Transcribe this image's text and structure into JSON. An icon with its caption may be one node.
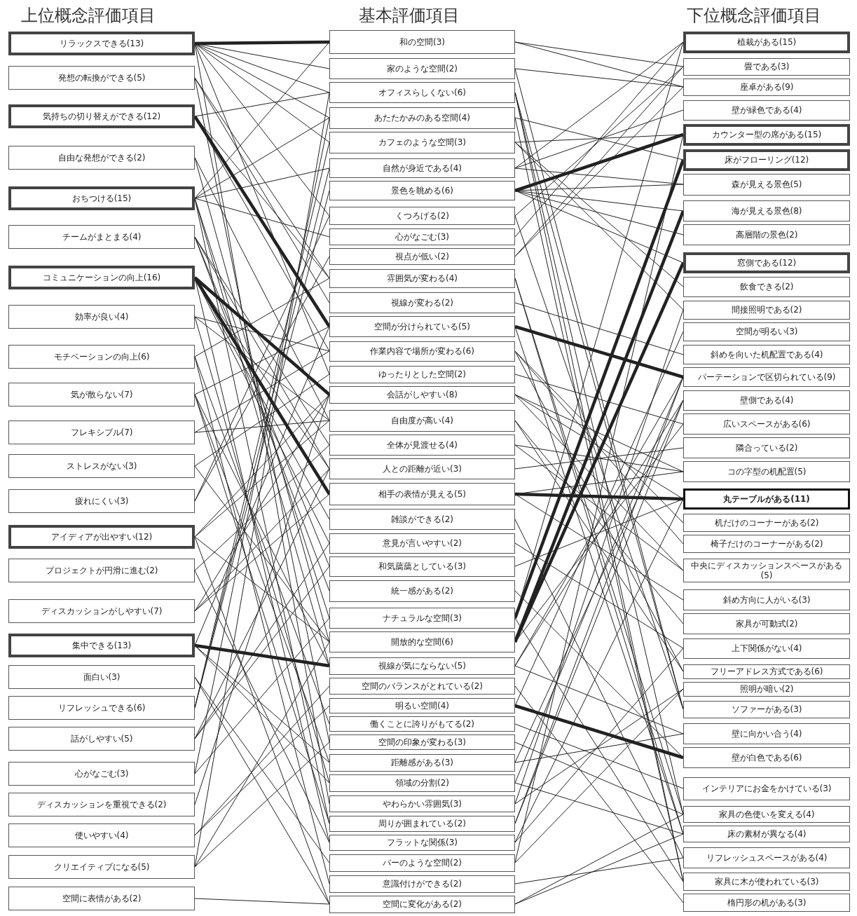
{
  "diagram": {
    "nodes": [
      {
        "text": [
          "リラックスできる(13)"
        ]
      },
      {
        "text": [
          "発想の転換ができる(5)"
        ]
      },
      {
        "text": [
          "気持ちの切り替えができる(12)"
        ]
      },
      {
        "text": [
          "自由な発想ができる(2)"
        ]
      },
      {
        "text": [
          "おちつける(15)"
        ]
      },
      {
        "text": [
          "チームがまとまる(4)"
        ]
      },
      {
        "text": [
          "コミュニケーションの向上(16)"
        ]
      },
      {
        "text": [
          "効率が良い(4)"
        ]
      },
      {
        "text": [
          "モチベーションの向上(6)"
        ]
      },
      {
        "text": [
          "気が散らない(7)"
        ]
      },
      {
        "text": [
          "フレキシブル(7)"
        ]
      },
      {
        "text": [
          "ストレスがない(3)"
        ]
      },
      {
        "text": [
          "疲れにくい(3)"
        ]
      },
      {
        "text": [
          "アイディアが出やすい(12)"
        ]
      },
      {
        "text": [
          "プロジェクトが円滑に進む(2)"
        ]
      },
      {
        "text": [
          "ディスカッションがしやすい(7)"
        ]
      },
      {
        "text": [
          "集中できる(13)"
        ]
      },
      {
        "text": [
          "面白い(3)"
        ]
      },
      {
        "text": [
          "リフレッシュできる(6)"
        ]
      },
      {
        "text": [
          "話がしやすい(5)"
        ]
      },
      {
        "text": [
          "心がなごむ(3)"
        ]
      },
      {
        "text": [
          "ディスカッションを重視できる(2)"
        ]
      },
      {
        "text": [
          "使いやすい(4)"
        ]
      },
      {
        "text": [
          "クリエイティブになる(5)"
        ]
      },
      {
        "text": [
          "空間に表情がある(2)"
        ]
      },
      {
        "text": [
          "和の空間(3)"
        ]
      },
      {
        "text": [
          "家のような空間(2)"
        ]
      },
      {
        "text": [
          "オフィスらしくない(6)"
        ]
      },
      {
        "text": [
          "あたたかみのある空間(4)"
        ]
      },
      {
        "text": [
          "カフェのような空間(3)"
        ]
      },
      {
        "text": [
          "自然が身近である(4)"
        ]
      },
      {
        "text": [
          "景色を眺める(6)"
        ]
      },
      {
        "text": [
          "くつろげる(2)"
        ]
      },
      {
        "text": [
          "心がなごむ(3)"
        ]
      },
      {
        "text": [
          "視点が低い(2)"
        ]
      },
      {
        "text": [
          "雰囲気が変わる(4)"
        ]
      },
      {
        "text": [
          "視線が変わる(2)"
        ]
      },
      {
        "text": [
          "空間が分けられている(5)"
        ]
      },
      {
        "text": [
          "作業内容で場所が変わる(6)"
        ]
      },
      {
        "text": [
          "ゆったりとした空間(2)"
        ]
      },
      {
        "text": [
          "会話がしやすい(8)"
        ]
      },
      {
        "text": [
          "自由度が高い(4)"
        ]
      },
      {
        "text": [
          "全体が見渡せる(4)"
        ]
      },
      {
        "text": [
          "人との距離が近い(3)"
        ]
      },
      {
        "text": [
          "相手の表情が見える(5)"
        ]
      },
      {
        "text": [
          "雑談ができる(2)"
        ]
      },
      {
        "text": [
          "意見が言いやすい(2)"
        ]
      },
      {
        "text": [
          "和気藹藹としている(3)"
        ]
      },
      {
        "text": [
          "統一感がある(2)"
        ]
      },
      {
        "text": [
          "ナチュラルな空間(3)"
        ]
      },
      {
        "text": [
          "開放的な空間(6)"
        ]
      },
      {
        "text": [
          "視線が気にならない(5)"
        ]
      },
      {
        "text": [
          "空間のバランスがとれている(2)"
        ]
      },
      {
        "text": [
          "明るい空間(4)"
        ]
      },
      {
        "text": [
          "働くことに誇りがもてる(2)"
        ]
      },
      {
        "text": [
          "空間の印象が変わる(3)"
        ]
      },
      {
        "text": [
          "距離感がある(3)"
        ]
      },
      {
        "text": [
          "領域の分割(2)"
        ]
      },
      {
        "text": [
          "やわらかい雰囲気(3)"
        ]
      },
      {
        "text": [
          "周りが囲まれている(2)"
        ]
      },
      {
        "text": [
          "フラットな関係(3)"
        ]
      },
      {
        "text": [
          "バーのような空間(2)"
        ]
      },
      {
        "text": [
          "意識付けができる(2)"
        ]
      },
      {
        "text": [
          "空間に変化がある(2)"
        ]
      },
      {
        "text": [
          "植栽がある(15)"
        ]
      },
      {
        "text": [
          "畳である(3)"
        ]
      },
      {
        "text": [
          "座卓がある(9)"
        ]
      },
      {
        "text": [
          "壁が緑色である(4)"
        ]
      },
      {
        "text": [
          "カウンター型の席がある(15)"
        ]
      },
      {
        "text": [
          "床がフローリング(12)"
        ]
      },
      {
        "text": [
          "森が見える景色(5)"
        ]
      },
      {
        "text": [
          "海が見える景色(8)"
        ]
      },
      {
        "text": [
          "高層階の景色(2)"
        ]
      },
      {
        "text": [
          "窓側である(12)"
        ]
      },
      {
        "text": [
          "飲食できる(2)"
        ]
      },
      {
        "text": [
          "間接照明である(2)"
        ]
      },
      {
        "text": [
          "空間が明るい(3)"
        ]
      },
      {
        "text": [
          "斜めを向いた机配置である(4)"
        ]
      },
      {
        "text": [
          "パーテーションで区切られている(9)"
        ]
      },
      {
        "text": [
          "壁側である(4)"
        ]
      },
      {
        "text": [
          "広いスペースがある(6)"
        ]
      },
      {
        "text": [
          "隣合っている(2)"
        ]
      },
      {
        "text": [
          "コの字型の机配置(5)"
        ]
      },
      {
        "text": [
          "丸テーブルがある(11)"
        ]
      },
      {
        "text": [
          "机だけのコーナーがある(2)"
        ]
      },
      {
        "text": [
          "椅子だけのコーナーがある(2)"
        ]
      },
      {
        "text": [
          "中央にディスカッションスペースがある(5)"
        ]
      },
      {
        "text": [
          "斜め方向に人がいる(3)"
        ]
      },
      {
        "text": [
          "家具が可動式(2)"
        ]
      },
      {
        "text": [
          "上下関係がない(4)"
        ]
      },
      {
        "text": [
          "フリーアドレス方式である(6)"
        ]
      },
      {
        "text": [
          "照明が暗い(2)"
        ]
      },
      {
        "text": [
          "ソファーがある(3)"
        ]
      },
      {
        "text": [
          "壁に向かい合う(4)"
        ]
      },
      {
        "text": [
          "壁が白色である(6)"
        ]
      },
      {
        "text": [
          "インテリアにお金をかけている(3)"
        ]
      },
      {
        "text": [
          "家具の色使いを変える(4)"
        ]
      },
      {
        "text": [
          "床の素材が異なる(4)"
        ]
      },
      {
        "text": [
          "リフレッシュスペースがある(4)"
        ]
      },
      {
        "text": [
          "家具に木が使われている(3)"
        ]
      },
      {
        "text": [
          "楕円形の机がある(3)"
        ]
      }
    ],
    "edges": [
      {
        "from": 0,
        "to": 25,
        "arrow": "none",
        "style": "thick"
      },
      {
        "from": 0,
        "to": 26,
        "arrow": "none"
      },
      {
        "from": 0,
        "to": 27,
        "arrow": "none"
      },
      {
        "from": 0,
        "to": 28,
        "arrow": "none"
      },
      {
        "from": 0,
        "to": 29,
        "arrow": "none"
      },
      {
        "from": 0,
        "to": 32,
        "arrow": "none"
      },
      {
        "from": 0,
        "to": 39,
        "arrow": "none"
      },
      {
        "from": 0,
        "to": 58,
        "arrow": "none"
      },
      {
        "from": 1,
        "to": 35,
        "arrow": "none"
      },
      {
        "from": 1,
        "to": 36,
        "arrow": "none"
      },
      {
        "from": 1,
        "to": 55,
        "arrow": "none"
      },
      {
        "from": 2,
        "to": 37,
        "arrow": "none",
        "style": "thick"
      },
      {
        "from": 2,
        "to": 38,
        "arrow": "none"
      },
      {
        "from": 2,
        "to": 35,
        "arrow": "none"
      },
      {
        "from": 2,
        "to": 27,
        "arrow": "none"
      },
      {
        "from": 3,
        "to": 41,
        "arrow": "none"
      },
      {
        "from": 3,
        "to": 50,
        "arrow": "none"
      },
      {
        "from": 4,
        "to": 25,
        "arrow": "none"
      },
      {
        "from": 4,
        "to": 28,
        "arrow": "none"
      },
      {
        "from": 4,
        "to": 30,
        "arrow": "none"
      },
      {
        "from": 4,
        "to": 33,
        "arrow": "none"
      },
      {
        "from": 4,
        "to": 59,
        "arrow": "none"
      },
      {
        "from": 4,
        "to": 51,
        "arrow": "none"
      },
      {
        "from": 4,
        "to": 49,
        "arrow": "none"
      },
      {
        "from": 5,
        "to": 48,
        "arrow": "none"
      },
      {
        "from": 5,
        "to": 42,
        "arrow": "none"
      },
      {
        "from": 5,
        "to": 43,
        "arrow": "none"
      },
      {
        "from": 5,
        "to": 47,
        "arrow": "none"
      },
      {
        "from": 6,
        "to": 40,
        "arrow": "none",
        "style": "thick"
      },
      {
        "from": 6,
        "to": 44,
        "arrow": "none",
        "style": "thick"
      },
      {
        "from": 6,
        "to": 43,
        "arrow": "none"
      },
      {
        "from": 6,
        "to": 45,
        "arrow": "none"
      },
      {
        "from": 6,
        "to": 46,
        "arrow": "none"
      },
      {
        "from": 6,
        "to": 60,
        "arrow": "none"
      },
      {
        "from": 7,
        "to": 38,
        "arrow": "none"
      },
      {
        "from": 7,
        "to": 41,
        "arrow": "none"
      },
      {
        "from": 7,
        "to": 57,
        "arrow": "none"
      },
      {
        "from": 8,
        "to": 54,
        "arrow": "none"
      },
      {
        "from": 8,
        "to": 62,
        "arrow": "none"
      },
      {
        "from": 8,
        "to": 35,
        "arrow": "none"
      },
      {
        "from": 9,
        "to": 51,
        "arrow": "none"
      },
      {
        "from": 9,
        "to": 56,
        "arrow": "none"
      },
      {
        "from": 9,
        "to": 59,
        "arrow": "none"
      },
      {
        "from": 9,
        "to": 37,
        "arrow": "none"
      },
      {
        "from": 10,
        "to": 41,
        "arrow": "none"
      },
      {
        "from": 10,
        "to": 38,
        "arrow": "none"
      },
      {
        "from": 11,
        "to": 50,
        "arrow": "none"
      },
      {
        "from": 11,
        "to": 39,
        "arrow": "none"
      },
      {
        "from": 12,
        "to": 32,
        "arrow": "none"
      },
      {
        "from": 12,
        "to": 34,
        "arrow": "none"
      },
      {
        "from": 13,
        "to": 50,
        "arrow": "none"
      },
      {
        "from": 13,
        "to": 40,
        "arrow": "none"
      },
      {
        "from": 13,
        "to": 63,
        "arrow": "none"
      },
      {
        "from": 13,
        "to": 41,
        "arrow": "none"
      },
      {
        "from": 14,
        "to": 42,
        "arrow": "none"
      },
      {
        "from": 14,
        "to": 60,
        "arrow": "none"
      },
      {
        "from": 15,
        "to": 40,
        "arrow": "none"
      },
      {
        "from": 15,
        "to": 44,
        "arrow": "none"
      },
      {
        "from": 15,
        "to": 43,
        "arrow": "none"
      },
      {
        "from": 16,
        "to": 51,
        "arrow": "none",
        "style": "thick"
      },
      {
        "from": 16,
        "to": 56,
        "arrow": "none"
      },
      {
        "from": 16,
        "to": 57,
        "arrow": "none"
      },
      {
        "from": 16,
        "to": 37,
        "arrow": "none"
      },
      {
        "from": 17,
        "to": 61,
        "arrow": "none"
      },
      {
        "from": 17,
        "to": 63,
        "arrow": "none"
      },
      {
        "from": 18,
        "to": 31,
        "arrow": "none"
      },
      {
        "from": 18,
        "to": 30,
        "arrow": "none"
      },
      {
        "from": 18,
        "to": 29,
        "arrow": "none"
      },
      {
        "from": 19,
        "to": 43,
        "arrow": "none"
      },
      {
        "from": 19,
        "to": 46,
        "arrow": "none"
      },
      {
        "from": 19,
        "to": 47,
        "arrow": "none"
      },
      {
        "from": 20,
        "to": 28,
        "arrow": "none"
      },
      {
        "from": 20,
        "to": 49,
        "arrow": "none"
      },
      {
        "from": 21,
        "to": 40,
        "arrow": "none"
      },
      {
        "from": 22,
        "to": 52,
        "arrow": "none"
      },
      {
        "from": 22,
        "to": 53,
        "arrow": "none"
      },
      {
        "from": 23,
        "to": 27,
        "arrow": "none"
      },
      {
        "from": 23,
        "to": 50,
        "arrow": "none"
      },
      {
        "from": 23,
        "to": 55,
        "arrow": "none"
      },
      {
        "from": 24,
        "to": 63,
        "arrow": "none"
      },
      {
        "from": 25,
        "to": 65,
        "arrow": "none"
      },
      {
        "from": 25,
        "to": 66,
        "arrow": "none"
      },
      {
        "from": 26,
        "to": 92,
        "arrow": "none"
      },
      {
        "from": 26,
        "to": 66,
        "arrow": "none"
      },
      {
        "from": 27,
        "to": 92,
        "arrow": "none"
      },
      {
        "from": 27,
        "to": 96,
        "arrow": "none"
      },
      {
        "from": 27,
        "to": 99,
        "arrow": "none"
      },
      {
        "from": 28,
        "to": 99,
        "arrow": "none"
      },
      {
        "from": 28,
        "to": 69,
        "arrow": "none"
      },
      {
        "from": 29,
        "to": 68,
        "arrow": "none"
      },
      {
        "from": 29,
        "to": 75,
        "arrow": "none"
      },
      {
        "from": 29,
        "to": 74,
        "arrow": "none"
      },
      {
        "from": 30,
        "to": 64,
        "arrow": "none"
      },
      {
        "from": 30,
        "to": 67,
        "arrow": "none"
      },
      {
        "from": 30,
        "to": 70,
        "arrow": "none"
      },
      {
        "from": 31,
        "to": 71,
        "arrow": "none"
      },
      {
        "from": 31,
        "to": 70,
        "arrow": "none"
      },
      {
        "from": 31,
        "to": 72,
        "arrow": "none"
      },
      {
        "from": 31,
        "to": 73,
        "arrow": "none"
      },
      {
        "from": 31,
        "to": 68,
        "arrow": "none",
        "style": "thick"
      },
      {
        "from": 32,
        "to": 92,
        "arrow": "none"
      },
      {
        "from": 32,
        "to": 65,
        "arrow": "none"
      },
      {
        "from": 33,
        "to": 64,
        "arrow": "none"
      },
      {
        "from": 34,
        "to": 65,
        "arrow": "none"
      },
      {
        "from": 34,
        "to": 66,
        "arrow": "none"
      },
      {
        "from": 35,
        "to": 96,
        "arrow": "none"
      },
      {
        "from": 35,
        "to": 97,
        "arrow": "none"
      },
      {
        "from": 36,
        "to": 77,
        "arrow": "none"
      },
      {
        "from": 37,
        "to": 78,
        "arrow": "none",
        "style": "thick"
      },
      {
        "from": 37,
        "to": 97,
        "arrow": "none"
      },
      {
        "from": 38,
        "to": 84,
        "arrow": "none"
      },
      {
        "from": 38,
        "to": 85,
        "arrow": "none"
      },
      {
        "from": 38,
        "to": 90,
        "arrow": "none"
      },
      {
        "from": 39,
        "to": 80,
        "arrow": "none"
      },
      {
        "from": 40,
        "to": 83,
        "arrow": "none"
      },
      {
        "from": 40,
        "to": 82,
        "arrow": "none"
      },
      {
        "from": 40,
        "to": 86,
        "arrow": "none"
      },
      {
        "from": 41,
        "to": 88,
        "arrow": "none"
      },
      {
        "from": 41,
        "to": 90,
        "arrow": "none"
      },
      {
        "from": 42,
        "to": 86,
        "arrow": "none"
      },
      {
        "from": 42,
        "to": 82,
        "arrow": "none"
      },
      {
        "from": 43,
        "to": 81,
        "arrow": "none"
      },
      {
        "from": 44,
        "to": 83,
        "arrow": "none",
        "style": "thick"
      },
      {
        "from": 44,
        "to": 82,
        "arrow": "none"
      },
      {
        "from": 44,
        "to": 87,
        "arrow": "none"
      },
      {
        "from": 45,
        "to": 98,
        "arrow": "none"
      },
      {
        "from": 46,
        "to": 89,
        "arrow": "none"
      },
      {
        "from": 47,
        "to": 83,
        "arrow": "none"
      },
      {
        "from": 48,
        "to": 94,
        "arrow": "none"
      },
      {
        "from": 49,
        "to": 69,
        "arrow": "none",
        "style": "thick"
      },
      {
        "from": 49,
        "to": 64,
        "arrow": "none"
      },
      {
        "from": 49,
        "to": 99,
        "arrow": "none"
      },
      {
        "from": 50,
        "to": 73,
        "arrow": "none",
        "style": "thick"
      },
      {
        "from": 50,
        "to": 71,
        "arrow": "none",
        "style": "thick"
      },
      {
        "from": 50,
        "to": 80,
        "arrow": "none"
      },
      {
        "from": 51,
        "to": 78,
        "arrow": "none"
      },
      {
        "from": 51,
        "to": 79,
        "arrow": "none"
      },
      {
        "from": 51,
        "to": 93,
        "arrow": "none"
      },
      {
        "from": 52,
        "to": 100,
        "arrow": "none"
      },
      {
        "from": 53,
        "to": 94,
        "arrow": "none",
        "style": "thick"
      },
      {
        "from": 53,
        "to": 76,
        "arrow": "none"
      },
      {
        "from": 54,
        "to": 95,
        "arrow": "none"
      },
      {
        "from": 55,
        "to": 96,
        "arrow": "none"
      },
      {
        "from": 56,
        "to": 79,
        "arrow": "none"
      },
      {
        "from": 56,
        "to": 93,
        "arrow": "none"
      },
      {
        "from": 57,
        "to": 97,
        "arrow": "none"
      },
      {
        "from": 57,
        "to": 78,
        "arrow": "none"
      },
      {
        "from": 58,
        "to": 91,
        "arrow": "none"
      },
      {
        "from": 58,
        "to": 75,
        "arrow": "none"
      },
      {
        "from": 59,
        "to": 78,
        "arrow": "none"
      },
      {
        "from": 59,
        "to": 79,
        "arrow": "none"
      },
      {
        "from": 60,
        "to": 89,
        "arrow": "none"
      },
      {
        "from": 60,
        "to": 83,
        "arrow": "none"
      },
      {
        "from": 61,
        "to": 68,
        "arrow": "none"
      },
      {
        "from": 61,
        "to": 91,
        "arrow": "none"
      },
      {
        "from": 62,
        "to": 98,
        "arrow": "none"
      },
      {
        "from": 63,
        "to": 97,
        "arrow": "none"
      },
      {
        "from": 63,
        "to": 96,
        "arrow": "none"
      }
    ],
    "labels": [
      "上位概念評価項目",
      "基本評価項目",
      "下位概念評価項目"
    ]
  }
}
